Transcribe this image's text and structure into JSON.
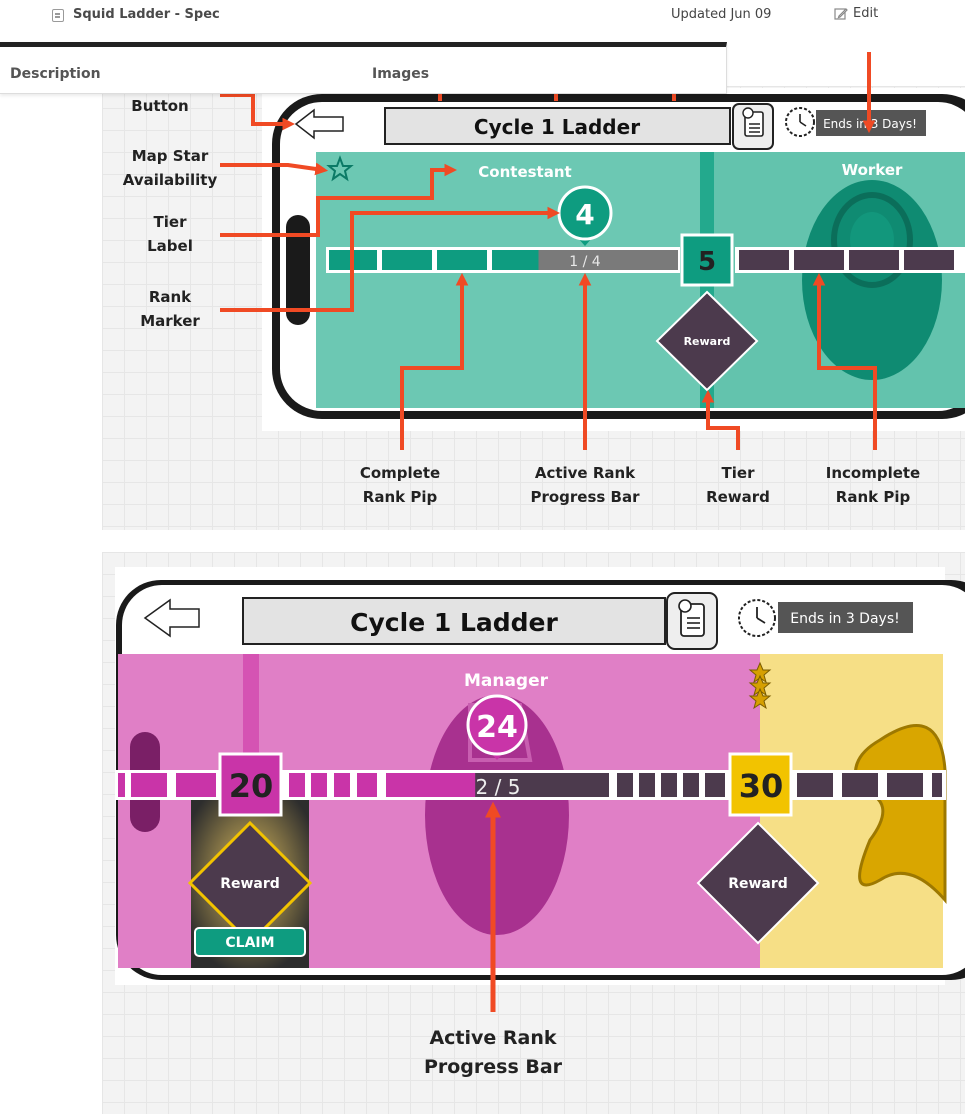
{
  "header": {
    "doc_title": "Squid Ladder - Spec",
    "updated": "Updated Jun 09",
    "edit_label": "Edit"
  },
  "table": {
    "col_description": "Description",
    "col_images": "Images"
  },
  "mockup1": {
    "title": "Cycle 1 Ladder",
    "timer": "Ends in 3 Days!",
    "tier_left": "Contestant",
    "tier_right": "Worker",
    "rank_marker": "4",
    "progress": "1 / 4",
    "progress_fraction": 0.25,
    "next_rank": "5",
    "reward": "Reward",
    "callouts": {
      "button": "Button",
      "map_star": "Map Star\nAvailability",
      "tier_label": "Tier\nLabel",
      "rank_marker": "Rank\nMarker",
      "complete_pip": "Complete\nRank Pip",
      "active_bar": "Active Rank\nProgress Bar",
      "tier_reward": "Tier\nReward",
      "incomplete_pip": "Incomplete\nRank Pip"
    }
  },
  "mockup2": {
    "title": "Cycle 1 Ladder",
    "timer": "Ends in 3 Days!",
    "tier": "Manager",
    "rank_marker": "24",
    "progress": "2 / 5",
    "progress_fraction": 0.4,
    "left_rank": "20",
    "right_rank": "30",
    "reward_left": "Reward",
    "reward_right": "Reward",
    "claim": "CLAIM",
    "callout": "Active Rank\nProgress Bar"
  },
  "colors": {
    "teal_bg": "#6cc8b3",
    "teal_dark": "#0e9c80",
    "purple_dark": "#4c3a4d",
    "magenta_bg": "#e07fc6",
    "magenta_dark": "#c934a8",
    "gold": "#f2c300",
    "arrow": "#f04a24"
  }
}
